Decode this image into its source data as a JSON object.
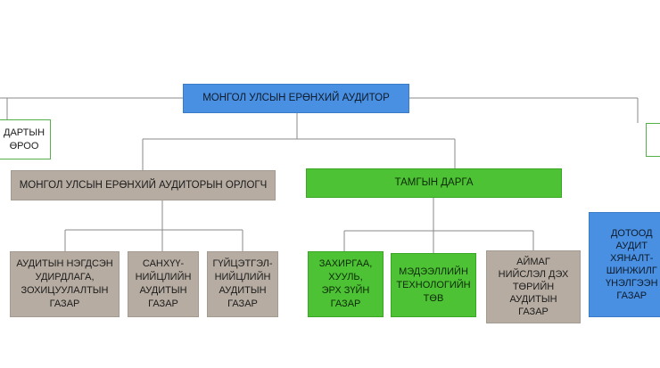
{
  "top": {
    "label": "МОНГОЛ УЛСЫН ЕРӨНХИЙ АУДИТОР"
  },
  "left_partial": {
    "label": "ДАРТЫН\nӨРОО"
  },
  "right_partial_small": {
    "label": ""
  },
  "deputy": {
    "label": "МОНГОЛ УЛСЫН ЕРӨНХИЙ АУДИТОРЫН ОРЛОГЧ"
  },
  "secretary": {
    "label": "ТАМГЫН ДАРГА"
  },
  "internal_audit": {
    "label": "ДОТООД\nАУДИТ\nХЯНАЛТ-\nШИНЖИЛГ\nҮНЭЛГЭЭН\nГАЗАР"
  },
  "deputy_units": [
    {
      "label": "АУДИТЫН НЭГДСЭН\nУДИРДЛАГА,\nЗОХИЦУУЛАЛТЫН\nГАЗАР"
    },
    {
      "label": "САНХҮҮ-\nНИЙЦЛИЙН\nАУДИТЫН\nГАЗАР"
    },
    {
      "label": "ГҮЙЦЭТГЭЛ-\nНИЙЦЛИЙН\nАУДИТЫН\nГАЗАР"
    }
  ],
  "secretary_units": [
    {
      "label": "ЗАХИРГАА,\nХУУЛЬ,\nЭРХ ЗҮЙН\nГАЗАР"
    },
    {
      "label": "МЭДЭЭЛЛИЙН\nТЕХНОЛОГИЙН\nТӨВ"
    },
    {
      "label": "АЙМАГ\nНИЙСЛЭЛ ДЭХ\nТӨРИЙН\nАУДИТЫН\nГАЗАР"
    }
  ],
  "colors": {
    "blue": "#4a90e2",
    "grey": "#b6aca2",
    "green": "#4ec235",
    "line": "#8a8a8a"
  }
}
